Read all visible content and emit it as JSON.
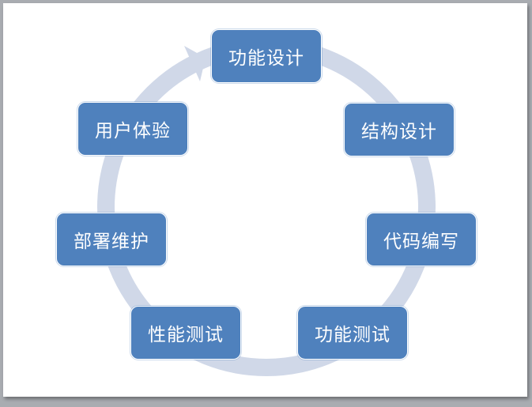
{
  "diagram": {
    "type": "cycle",
    "colors": {
      "node": "#4f81bd",
      "ring": "#d0d8e8"
    },
    "nodes": [
      {
        "label": "功能设计"
      },
      {
        "label": "结构设计"
      },
      {
        "label": "代码编写"
      },
      {
        "label": "功能测试"
      },
      {
        "label": "性能测试"
      },
      {
        "label": "部署维护"
      },
      {
        "label": "用户体验"
      }
    ]
  }
}
